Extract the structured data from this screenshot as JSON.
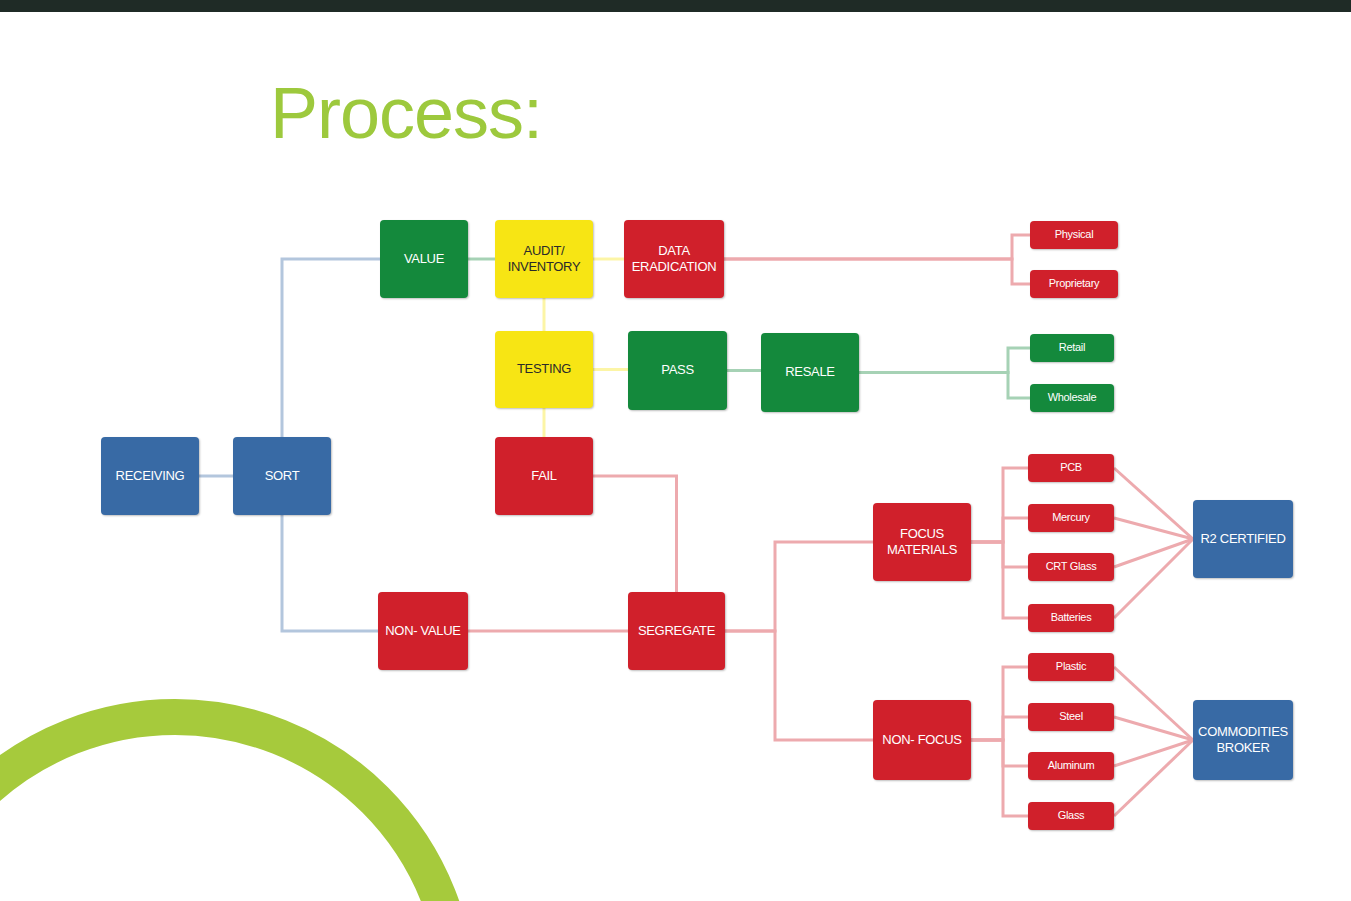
{
  "diagram": {
    "title": "Process:",
    "nodes": [
      {
        "text": [
          "RECEIVING"
        ]
      },
      {
        "text": [
          "SORT"
        ]
      },
      {
        "text": [
          "VALUE"
        ]
      },
      {
        "text": [
          "AUDIT/ INVENTORY"
        ]
      },
      {
        "text": [
          "DATA ERADICATION"
        ]
      },
      {
        "text": [
          "Physical"
        ]
      },
      {
        "text": [
          "Proprietary"
        ]
      },
      {
        "text": [
          "TESTING"
        ]
      },
      {
        "text": [
          "PASS"
        ]
      },
      {
        "text": [
          "RESALE"
        ]
      },
      {
        "text": [
          "Retail"
        ]
      },
      {
        "text": [
          "Wholesale"
        ]
      },
      {
        "text": [
          "FAIL"
        ]
      },
      {
        "text": [
          "NON- VALUE"
        ]
      },
      {
        "text": [
          "SEGREGATE"
        ]
      },
      {
        "text": [
          "FOCUS MATERIALS"
        ]
      },
      {
        "text": [
          "PCB"
        ]
      },
      {
        "text": [
          "Mercury"
        ]
      },
      {
        "text": [
          "CRT Glass"
        ]
      },
      {
        "text": [
          "Batteries"
        ]
      },
      {
        "text": [
          "R2 CERTIFIED"
        ]
      },
      {
        "text": [
          "NON- FOCUS"
        ]
      },
      {
        "text": [
          "Plastic"
        ]
      },
      {
        "text": [
          "Steel"
        ]
      },
      {
        "text": [
          "Aluminum"
        ]
      },
      {
        "text": [
          "Glass"
        ]
      },
      {
        "text": [
          "COMMODITIES BROKER"
        ]
      }
    ],
    "edges": [
      {
        "from": 0,
        "to": 1,
        "arrow": "none"
      },
      {
        "from": 1,
        "to": 2,
        "arrow": "none"
      },
      {
        "from": 1,
        "to": 13,
        "arrow": "none"
      },
      {
        "from": 2,
        "to": 3,
        "arrow": "none"
      },
      {
        "from": 3,
        "to": 4,
        "arrow": "none"
      },
      {
        "from": 4,
        "to": 5,
        "arrow": "none"
      },
      {
        "from": 4,
        "to": 6,
        "arrow": "none"
      },
      {
        "from": 3,
        "to": 7,
        "arrow": "none"
      },
      {
        "from": 7,
        "to": 8,
        "arrow": "none"
      },
      {
        "from": 8,
        "to": 9,
        "arrow": "none"
      },
      {
        "from": 9,
        "to": 10,
        "arrow": "none"
      },
      {
        "from": 9,
        "to": 11,
        "arrow": "none"
      },
      {
        "from": 7,
        "to": 12,
        "arrow": "none"
      },
      {
        "from": 12,
        "to": 14,
        "arrow": "none"
      },
      {
        "from": 13,
        "to": 14,
        "arrow": "none"
      },
      {
        "from": 14,
        "to": 15,
        "arrow": "none"
      },
      {
        "from": 14,
        "to": 21,
        "arrow": "none"
      },
      {
        "from": 15,
        "to": 16,
        "arrow": "none"
      },
      {
        "from": 15,
        "to": 17,
        "arrow": "none"
      },
      {
        "from": 15,
        "to": 18,
        "arrow": "none"
      },
      {
        "from": 15,
        "to": 19,
        "arrow": "none"
      },
      {
        "from": 16,
        "to": 20,
        "arrow": "none"
      },
      {
        "from": 17,
        "to": 20,
        "arrow": "none"
      },
      {
        "from": 18,
        "to": 20,
        "arrow": "none"
      },
      {
        "from": 19,
        "to": 20,
        "arrow": "none"
      },
      {
        "from": 21,
        "to": 22,
        "arrow": "none"
      },
      {
        "from": 21,
        "to": 23,
        "arrow": "none"
      },
      {
        "from": 21,
        "to": 24,
        "arrow": "none"
      },
      {
        "from": 21,
        "to": 25,
        "arrow": "none"
      },
      {
        "from": 22,
        "to": 26,
        "arrow": "none"
      },
      {
        "from": 23,
        "to": 26,
        "arrow": "none"
      },
      {
        "from": 24,
        "to": 26,
        "arrow": "none"
      },
      {
        "from": 25,
        "to": 26,
        "arrow": "none"
      }
    ]
  }
}
